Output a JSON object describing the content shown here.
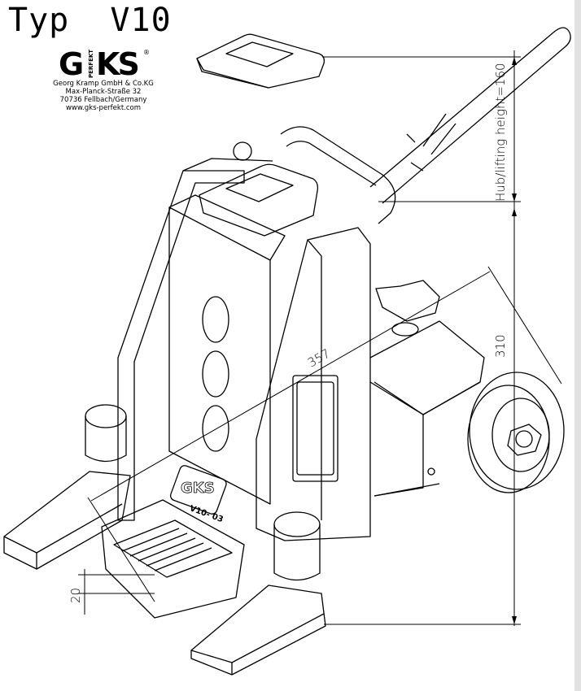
{
  "header": {
    "title": "Typ  V10"
  },
  "logo": {
    "brand": "GKS",
    "sub": "PERFEKT",
    "mark": "®"
  },
  "address": {
    "lines": [
      "Georg Kramp GmbH & Co.KG",
      "Max-Planck-Straße 32",
      "70736 Fellbach/Germany",
      "www.gks-perfekt.com"
    ]
  },
  "dimensions": {
    "lifting_height": "Hub/lifting height=160",
    "height": "310",
    "length": "357",
    "toe_height": "20"
  },
  "plate": {
    "brand": "GKS",
    "model": "V10- 03"
  }
}
